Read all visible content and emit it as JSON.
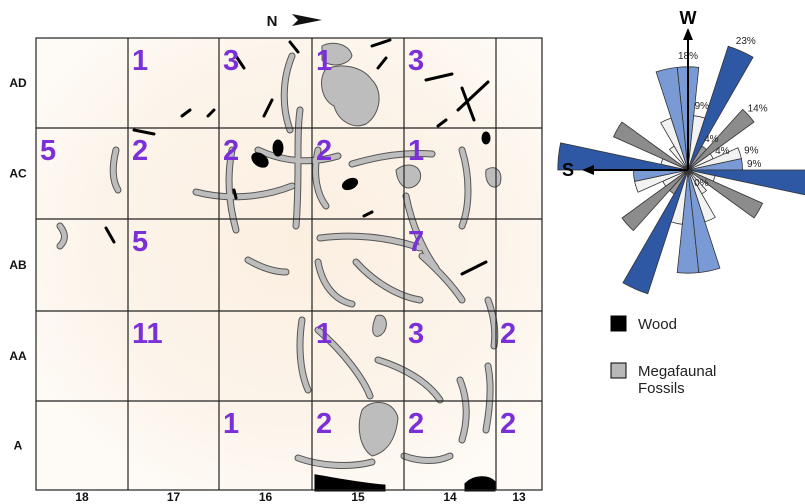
{
  "map": {
    "north_label": "N",
    "row_labels": [
      "AD",
      "AC",
      "AB",
      "AA",
      "A"
    ],
    "column_labels": [
      "18",
      "17",
      "16",
      "15",
      "14",
      "13"
    ],
    "cell_counts": [
      {
        "row": "AD",
        "col": "17",
        "count": "1"
      },
      {
        "row": "AD",
        "col": "16",
        "count": "3"
      },
      {
        "row": "AD",
        "col": "15",
        "count": "1"
      },
      {
        "row": "AD",
        "col": "14",
        "count": "3"
      },
      {
        "row": "AC",
        "col": "18",
        "count": "5"
      },
      {
        "row": "AC",
        "col": "17",
        "count": "2"
      },
      {
        "row": "AC",
        "col": "16",
        "count": "2"
      },
      {
        "row": "AC",
        "col": "15",
        "count": "2"
      },
      {
        "row": "AC",
        "col": "14",
        "count": "1"
      },
      {
        "row": "AB",
        "col": "17",
        "count": "5"
      },
      {
        "row": "AB",
        "col": "14",
        "count": "7"
      },
      {
        "row": "AA",
        "col": "17",
        "count": "11"
      },
      {
        "row": "AA",
        "col": "15",
        "count": "1"
      },
      {
        "row": "AA",
        "col": "14",
        "count": "3"
      },
      {
        "row": "AA",
        "col": "13",
        "count": "2"
      },
      {
        "row": "A",
        "col": "16",
        "count": "1"
      },
      {
        "row": "A",
        "col": "15",
        "count": "2"
      },
      {
        "row": "A",
        "col": "14",
        "count": "2"
      },
      {
        "row": "A",
        "col": "13",
        "count": "2"
      }
    ]
  },
  "rose": {
    "west_label": "W",
    "south_label": "S",
    "petals": [
      {
        "label": "18%",
        "value": 18,
        "color": "#7a9ad6"
      },
      {
        "label": "9%",
        "value": 9,
        "color": "#f2f2f2"
      },
      {
        "label": "23%",
        "value": 23,
        "color": "#2e58a4"
      },
      {
        "label": "4%",
        "value": 4,
        "color": "#9a9a9a"
      },
      {
        "label": "14%",
        "value": 14,
        "color": "#8c8c8c"
      },
      {
        "label": "4%",
        "value": 4,
        "color": "#f2f2f2"
      },
      {
        "label": "9%",
        "value": 9,
        "color": "#f2f2f2"
      },
      {
        "label": "9%",
        "value": 9,
        "color": "#7a9ad6"
      },
      {
        "label": "23%",
        "value": 23,
        "color": "#2e58a4"
      },
      {
        "label": "4%",
        "value": 4,
        "color": "#f2f2f2"
      },
      {
        "label": "14%",
        "value": 14,
        "color": "#8c8c8c"
      },
      {
        "label": "0%",
        "value": 0,
        "color": "#f2f2f2"
      },
      {
        "label": "4%",
        "value": 4,
        "color": "#f2f2f2"
      },
      {
        "label": "9%",
        "value": 9,
        "color": "#f2f2f2"
      },
      {
        "label": "18%",
        "value": 18,
        "color": "#7a9ad6"
      }
    ]
  },
  "legend": {
    "wood_label": "Wood",
    "wood_color": "#000000",
    "fossil_label_line1": "Megafaunal",
    "fossil_label_line2": "Fossils",
    "fossil_color": "#b8b8b8"
  },
  "colors": {
    "count_color": "#7b2fd6",
    "grid_line": "#222222"
  }
}
